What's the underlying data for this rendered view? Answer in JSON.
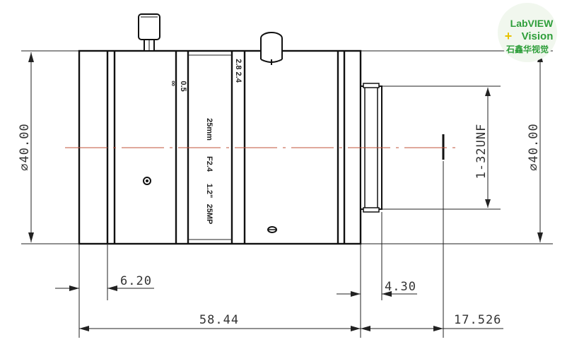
{
  "diagram": {
    "dimensions": {
      "left_diameter": "∅40.00",
      "right_diameter": "∅40.00",
      "thread": "1-32UNF",
      "focus_ring_width": "6.20",
      "flange_length": "4.30",
      "body_length": "58.44",
      "back_focal": "17.526"
    },
    "engravings": {
      "distance_scale": "0.5",
      "distance_mark": "∞",
      "aperture_scale": "2.8 2.4",
      "focal_length": "25mm",
      "aperture": "F2.4",
      "format": "1.2\"",
      "resolution": "25MP"
    }
  },
  "logo": {
    "line1": "LabVIEW",
    "line2": "Vision",
    "line3": "石鑫华视觉",
    "plus": "+"
  },
  "colors": {
    "centerline": "#c0503a",
    "logo_green": "#2e9e3a",
    "logo_yellow": "#e8c200"
  }
}
